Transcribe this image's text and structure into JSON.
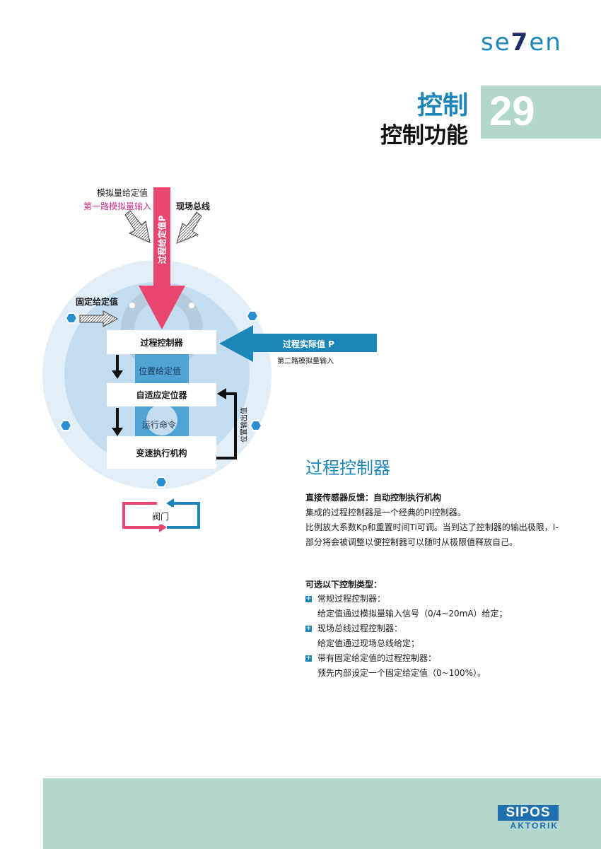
{
  "header": {
    "brand_prefix": "se",
    "brand_v": "7",
    "brand_suffix": "en",
    "title_main": "控制",
    "title_sub": "控制功能",
    "page_number": "29"
  },
  "diagram": {
    "analog_setpoint": "模拟量给定值",
    "first_analog_input": "第一路模拟量输入",
    "fieldbus": "现场总线",
    "process_setpoint": "过程给定值P",
    "fixed_setpoint": "固定给定值",
    "process_controller": "过程控制器",
    "process_actual": "过程实际值 P",
    "second_analog_input": "第二路模拟量输入",
    "position_setpoint": "位置给定值",
    "adaptive_positioner": "自适应定位器",
    "run_command": "运行命令",
    "position_output": "位置输出值",
    "vfd_actuator": "变速执行机构",
    "valve": "阀门"
  },
  "section": {
    "title": "过程控制器",
    "subtitle1": "直接传感器反馈：自动控制执行机构",
    "para1": "集成的过程控制器是一个经典的PI控制器。",
    "para2": "比例放大系数Kp和重置时间Ti可调。当到达了控制器的输出极限，I-部分将会被调整以便控制器可以随时从极限值释放自己。",
    "subtitle2": "可选以下控制类型：",
    "bullets": [
      {
        "title": "常规过程控制器：",
        "detail": "给定值通过模拟量输入信号（0/4~20mA）给定；"
      },
      {
        "title": "现场总线过程控制器：",
        "detail": "给定值通过现场总线给定；"
      },
      {
        "title": "带有固定给定值的过程控制器：",
        "detail": "预先内部设定一个固定给定值（0~100%）。"
      }
    ]
  },
  "footer": {
    "logo_top": "SIPOS",
    "logo_bottom": "AKTORIK"
  },
  "colors": {
    "accent_blue": "#1d86b8",
    "pink": "#e8466f",
    "footer_green": "#b3d6cd"
  }
}
